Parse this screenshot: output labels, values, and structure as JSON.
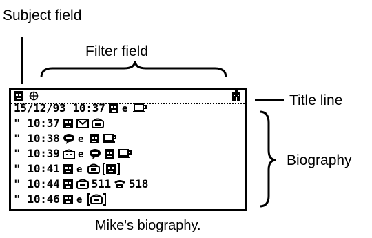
{
  "labels": {
    "subject_field": "Subject field",
    "filter_field": "Filter field",
    "title_line": "Title line",
    "biography": "Biography",
    "caption": "Mike's biography."
  },
  "title_line": {
    "first_entry_date": "15/12/93",
    "first_entry_time": "10:37"
  },
  "rows": [
    {
      "ditto": "\"",
      "time": "10:37"
    },
    {
      "ditto": "\"",
      "time": "10:38"
    },
    {
      "ditto": "\"",
      "time": "10:39"
    },
    {
      "ditto": "\"",
      "time": "10:41"
    },
    {
      "ditto": "\"",
      "time": "10:44",
      "n1": "511",
      "n2": "518"
    },
    {
      "ditto": "\"",
      "time": "10:46"
    }
  ],
  "symbols": [
    "face-icon",
    "at-icon",
    "envelope-icon",
    "phone-icon",
    "coffee-icon",
    "speech-bubble-icon",
    "building-icon",
    "globe-icon",
    "bracket-face-icon",
    "bracket-phone-icon",
    "fax-icon"
  ]
}
